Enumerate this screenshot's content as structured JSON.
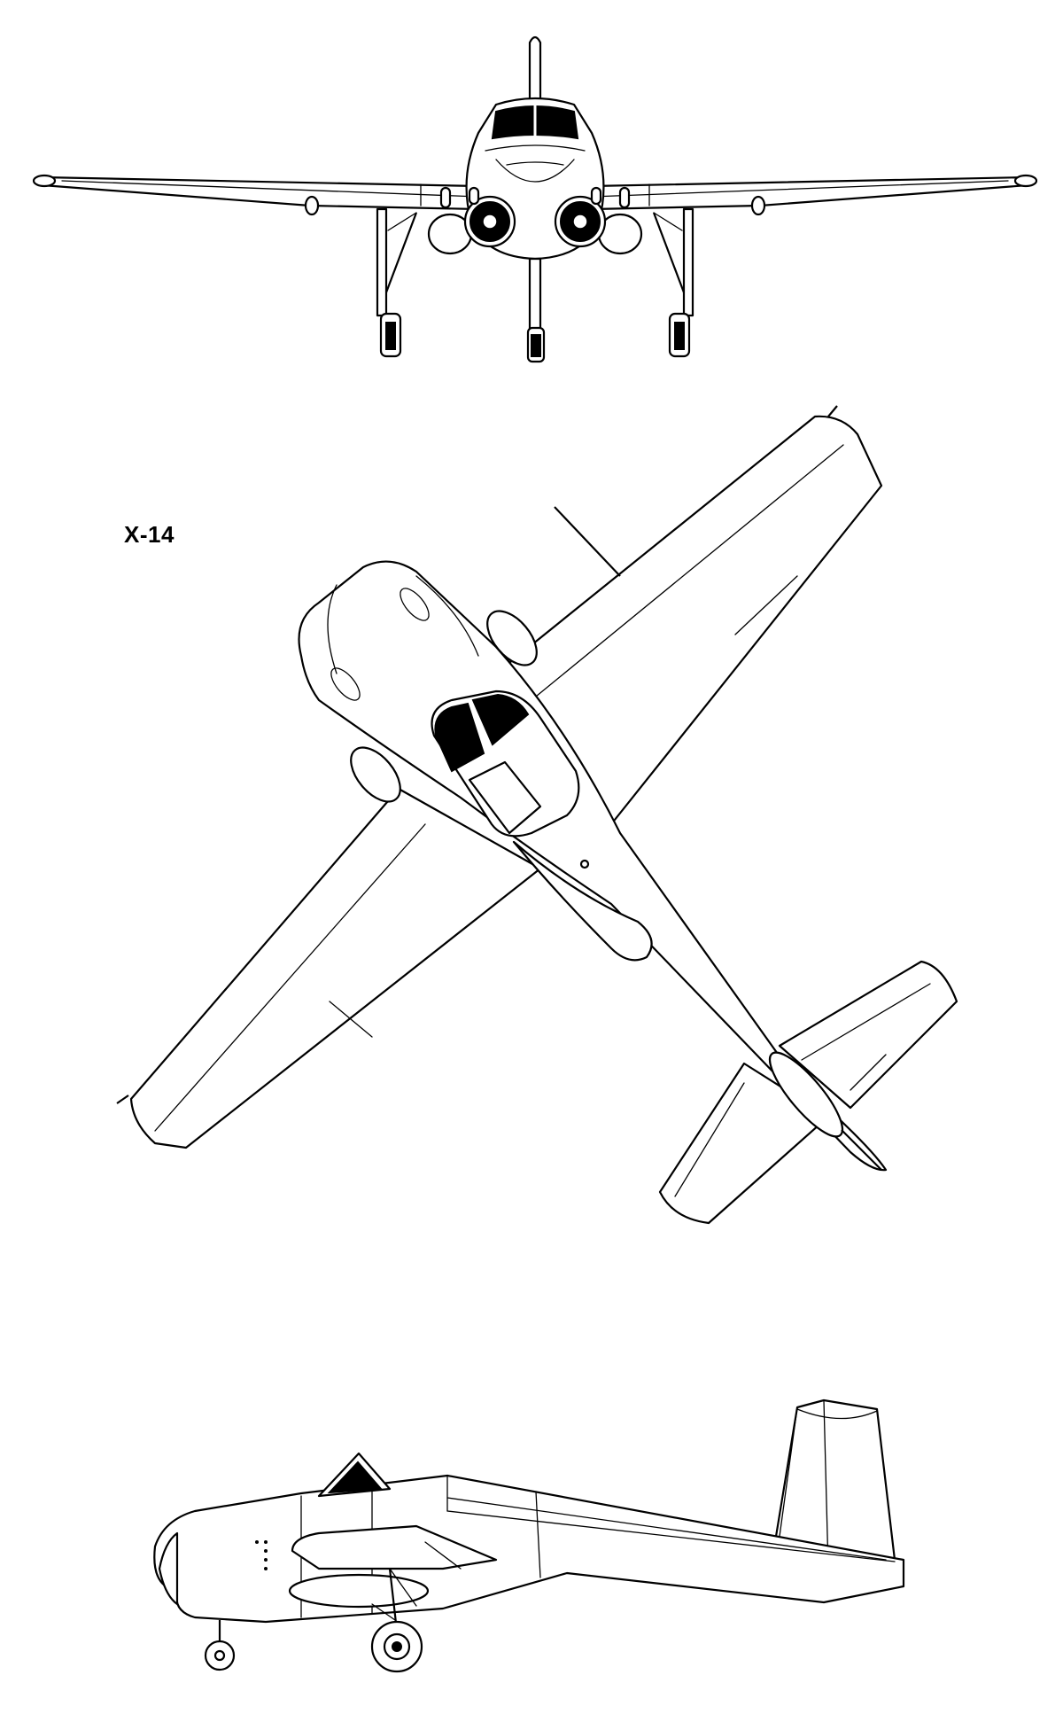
{
  "drawing": {
    "designation": "X-14",
    "views": [
      {
        "id": "front",
        "label": ""
      },
      {
        "id": "top",
        "label": ""
      },
      {
        "id": "side",
        "label": ""
      }
    ],
    "colors": {
      "line": "#000000",
      "background": "#ffffff"
    }
  }
}
